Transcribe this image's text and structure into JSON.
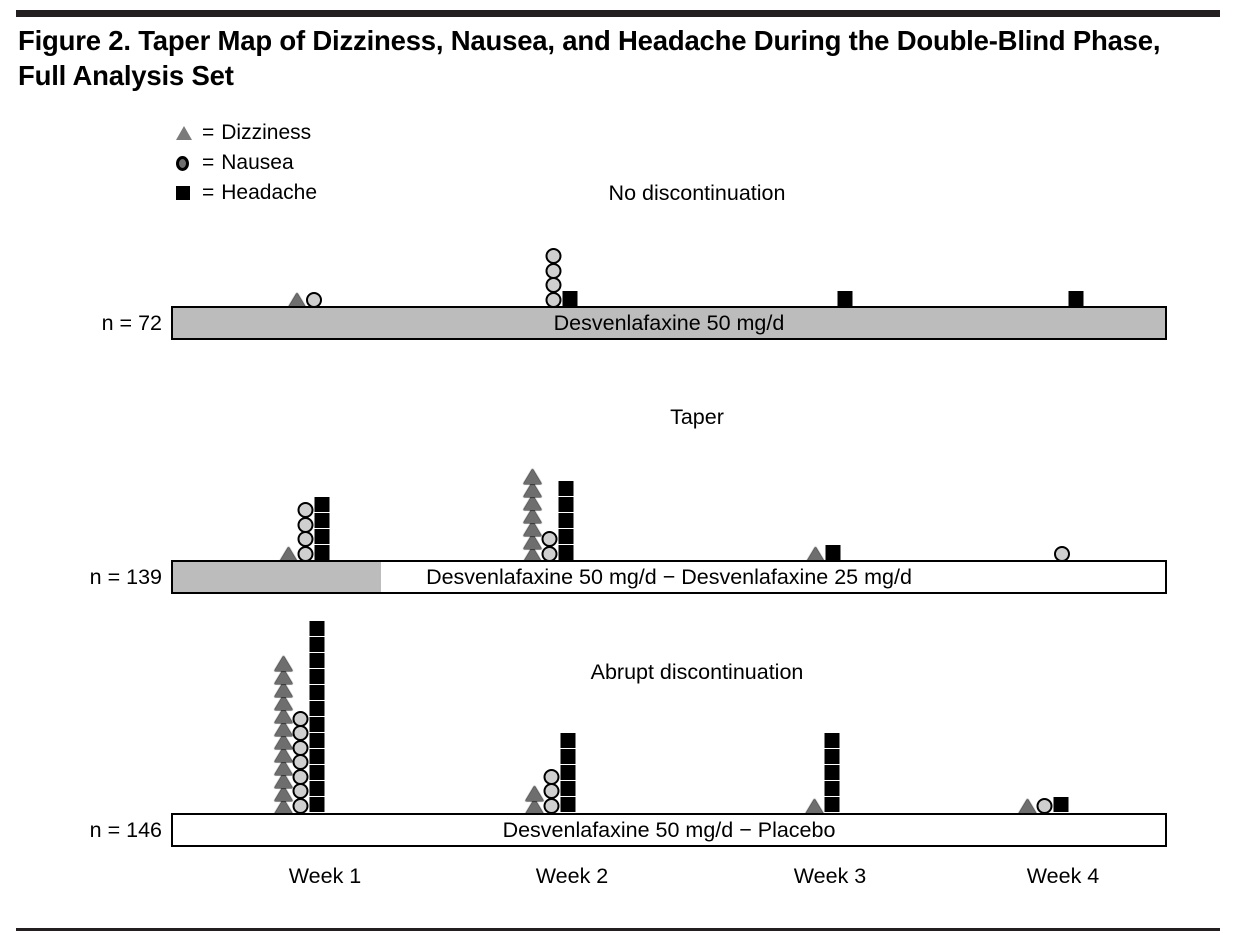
{
  "figure": {
    "title": "Figure 2. Taper Map of Dizziness, Nausea, and Headache During the Double-Blind Phase, Full Analysis Set",
    "colors": {
      "rule": "#231f20",
      "bar_fill_gray": "#bcbcbc",
      "triangle_fill": "#6e6e6e",
      "circle_fill": "#cfcfcf",
      "square_fill": "#000000",
      "outline": "#000000",
      "background": "#ffffff"
    }
  },
  "legend": {
    "items": [
      {
        "glyph": "triangle",
        "icon": "triangle-icon",
        "equals": "=",
        "label": "Dizziness"
      },
      {
        "glyph": "circle",
        "icon": "circle-icon",
        "equals": "=",
        "label": "Nausea"
      },
      {
        "glyph": "square",
        "icon": "square-icon",
        "equals": "=",
        "label": "Headache"
      }
    ]
  },
  "axis": {
    "week_labels": [
      "Week 1",
      "Week 2",
      "Week 3",
      "Week 4"
    ]
  },
  "panels": [
    {
      "heading": "No discontinuation",
      "n_label": "n = 72",
      "bar_label": "Desvenlafaxine 50 mg/d",
      "gray_fraction_percent": 100,
      "weeks": [
        {
          "week": "Week 1",
          "dizziness": 1,
          "nausea": 1,
          "headache": 0
        },
        {
          "week": "Week 2",
          "dizziness": 0,
          "nausea": 4,
          "headache": 1
        },
        {
          "week": "Week 3",
          "dizziness": 0,
          "nausea": 0,
          "headache": 1
        },
        {
          "week": "Week 4",
          "dizziness": 0,
          "nausea": 0,
          "headache": 1
        }
      ]
    },
    {
      "heading": "Taper",
      "n_label": "n = 139",
      "bar_label": "Desvenlafaxine 50 mg/d − Desvenlafaxine 25 mg/d",
      "gray_fraction_percent": 21,
      "weeks": [
        {
          "week": "Week 1",
          "dizziness": 1,
          "nausea": 4,
          "headache": 4
        },
        {
          "week": "Week 2",
          "dizziness": 7,
          "nausea": 2,
          "headache": 5
        },
        {
          "week": "Week 3",
          "dizziness": 1,
          "nausea": 0,
          "headache": 1
        },
        {
          "week": "Week 4",
          "dizziness": 0,
          "nausea": 1,
          "headache": 0
        }
      ]
    },
    {
      "heading": "Abrupt discontinuation",
      "n_label": "n = 146",
      "bar_label": "Desvenlafaxine 50 mg/d − Placebo",
      "gray_fraction_percent": 0,
      "weeks": [
        {
          "week": "Week 1",
          "dizziness": 12,
          "nausea": 7,
          "headache": 12
        },
        {
          "week": "Week 2",
          "dizziness": 2,
          "nausea": 3,
          "headache": 5
        },
        {
          "week": "Week 3",
          "dizziness": 1,
          "nausea": 0,
          "headache": 5
        },
        {
          "week": "Week 4",
          "dizziness": 1,
          "nausea": 1,
          "headache": 1
        }
      ]
    }
  ],
  "chart_data": {
    "type": "scatter",
    "title": "Figure 2. Taper Map of Dizziness, Nausea, and Headache During the Double-Blind Phase, Full Analysis Set",
    "xlabel": "",
    "ylabel": "",
    "x": [
      "Week 1",
      "Week 2",
      "Week 3",
      "Week 4"
    ],
    "legend_entries": [
      "Dizziness",
      "Nausea",
      "Headache"
    ],
    "legend_position": "top-left",
    "grid": false,
    "groups": [
      {
        "name": "No discontinuation",
        "n": 72,
        "treatment": "Desvenlafaxine 50 mg/d",
        "series": [
          {
            "name": "Dizziness",
            "values": [
              1,
              0,
              0,
              0
            ]
          },
          {
            "name": "Nausea",
            "values": [
              1,
              4,
              0,
              0
            ]
          },
          {
            "name": "Headache",
            "values": [
              0,
              1,
              1,
              1
            ]
          }
        ]
      },
      {
        "name": "Taper",
        "n": 139,
        "treatment": "Desvenlafaxine 50 mg/d − Desvenlafaxine 25 mg/d",
        "series": [
          {
            "name": "Dizziness",
            "values": [
              1,
              7,
              1,
              0
            ]
          },
          {
            "name": "Nausea",
            "values": [
              4,
              2,
              0,
              1
            ]
          },
          {
            "name": "Headache",
            "values": [
              4,
              5,
              1,
              0
            ]
          }
        ]
      },
      {
        "name": "Abrupt discontinuation",
        "n": 146,
        "treatment": "Desvenlafaxine 50 mg/d − Placebo",
        "series": [
          {
            "name": "Dizziness",
            "values": [
              12,
              2,
              1,
              1
            ]
          },
          {
            "name": "Nausea",
            "values": [
              7,
              3,
              0,
              1
            ]
          },
          {
            "name": "Headache",
            "values": [
              12,
              5,
              5,
              1
            ]
          }
        ]
      }
    ]
  }
}
